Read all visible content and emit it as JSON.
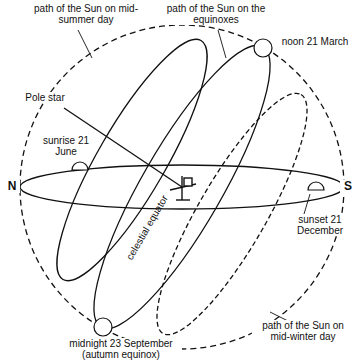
{
  "diagram": {
    "labels": [
      "path of the Sun on mid-summer day",
      "path of the Sun on the equinoxes",
      "noon 21 March",
      "Pole star",
      "sunrise 21 June",
      "N",
      "S",
      "sunset 21 December",
      "celestial equator",
      "midnight 23 September (autumn equinox)",
      "path of the Sun on mid-winter day"
    ]
  }
}
